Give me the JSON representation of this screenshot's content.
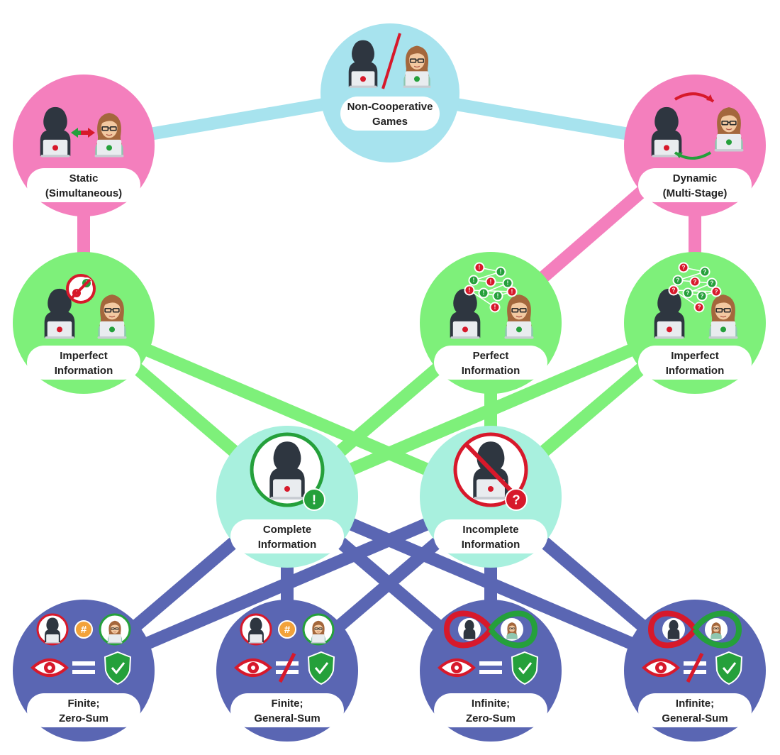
{
  "colors": {
    "edge_blue": "#a7e3ee",
    "edge_pink": "#f47fbd",
    "edge_green": "#7ef07a",
    "edge_purple": "#5a66b3",
    "node_blue": "#a7e3ee",
    "node_pink": "#f47fbd",
    "node_green": "#7ef07a",
    "node_mint": "#a8f0de",
    "node_purple": "#5a66b3",
    "hood": "#2e3640",
    "skin": "#f3c9a1",
    "hair": "#a4673c",
    "red": "#d7192b",
    "green": "#25a03b",
    "pill": "#ffffff"
  },
  "nodes": {
    "root": {
      "line1": "Non-Cooperative",
      "line2": "Games",
      "icon": "pair-split-icon"
    },
    "static": {
      "line1": "Static",
      "line2": "(Simultaneous)",
      "icon": "pair-swap-arrows-icon"
    },
    "dynamic": {
      "line1": "Dynamic",
      "line2": "(Multi-Stage)",
      "icon": "pair-cycle-arrows-icon"
    },
    "static_imperfect": {
      "line1": "Imperfect",
      "line2": "Information",
      "icon": "pair-no-info-icon"
    },
    "dyn_perfect": {
      "line1": "Perfect",
      "line2": "Information",
      "icon": "pair-exclaim-network-icon"
    },
    "dyn_imperfect": {
      "line1": "Imperfect",
      "line2": "Information",
      "icon": "pair-question-network-icon"
    },
    "complete": {
      "line1": "Complete",
      "line2": "Information",
      "icon": "attacker-exclaim-icon"
    },
    "incomplete": {
      "line1": "Incomplete",
      "line2": "Information",
      "icon": "attacker-question-icon"
    },
    "finite_zero": {
      "line1": "Finite;",
      "line2": "Zero-Sum",
      "icon": "eye-equals-shield-icon"
    },
    "finite_general": {
      "line1": "Finite;",
      "line2": "General-Sum",
      "icon": "eye-not-equal-shield-icon"
    },
    "infinite_zero": {
      "line1": "Infinite;",
      "line2": "Zero-Sum",
      "icon": "infinity-eye-equals-shield-icon"
    },
    "infinite_general": {
      "line1": "Infinite;",
      "line2": "General-Sum",
      "icon": "infinity-eye-not-equal-shield-icon"
    }
  },
  "glyphs": {
    "hash": "#",
    "exclaim": "!",
    "question": "?"
  }
}
